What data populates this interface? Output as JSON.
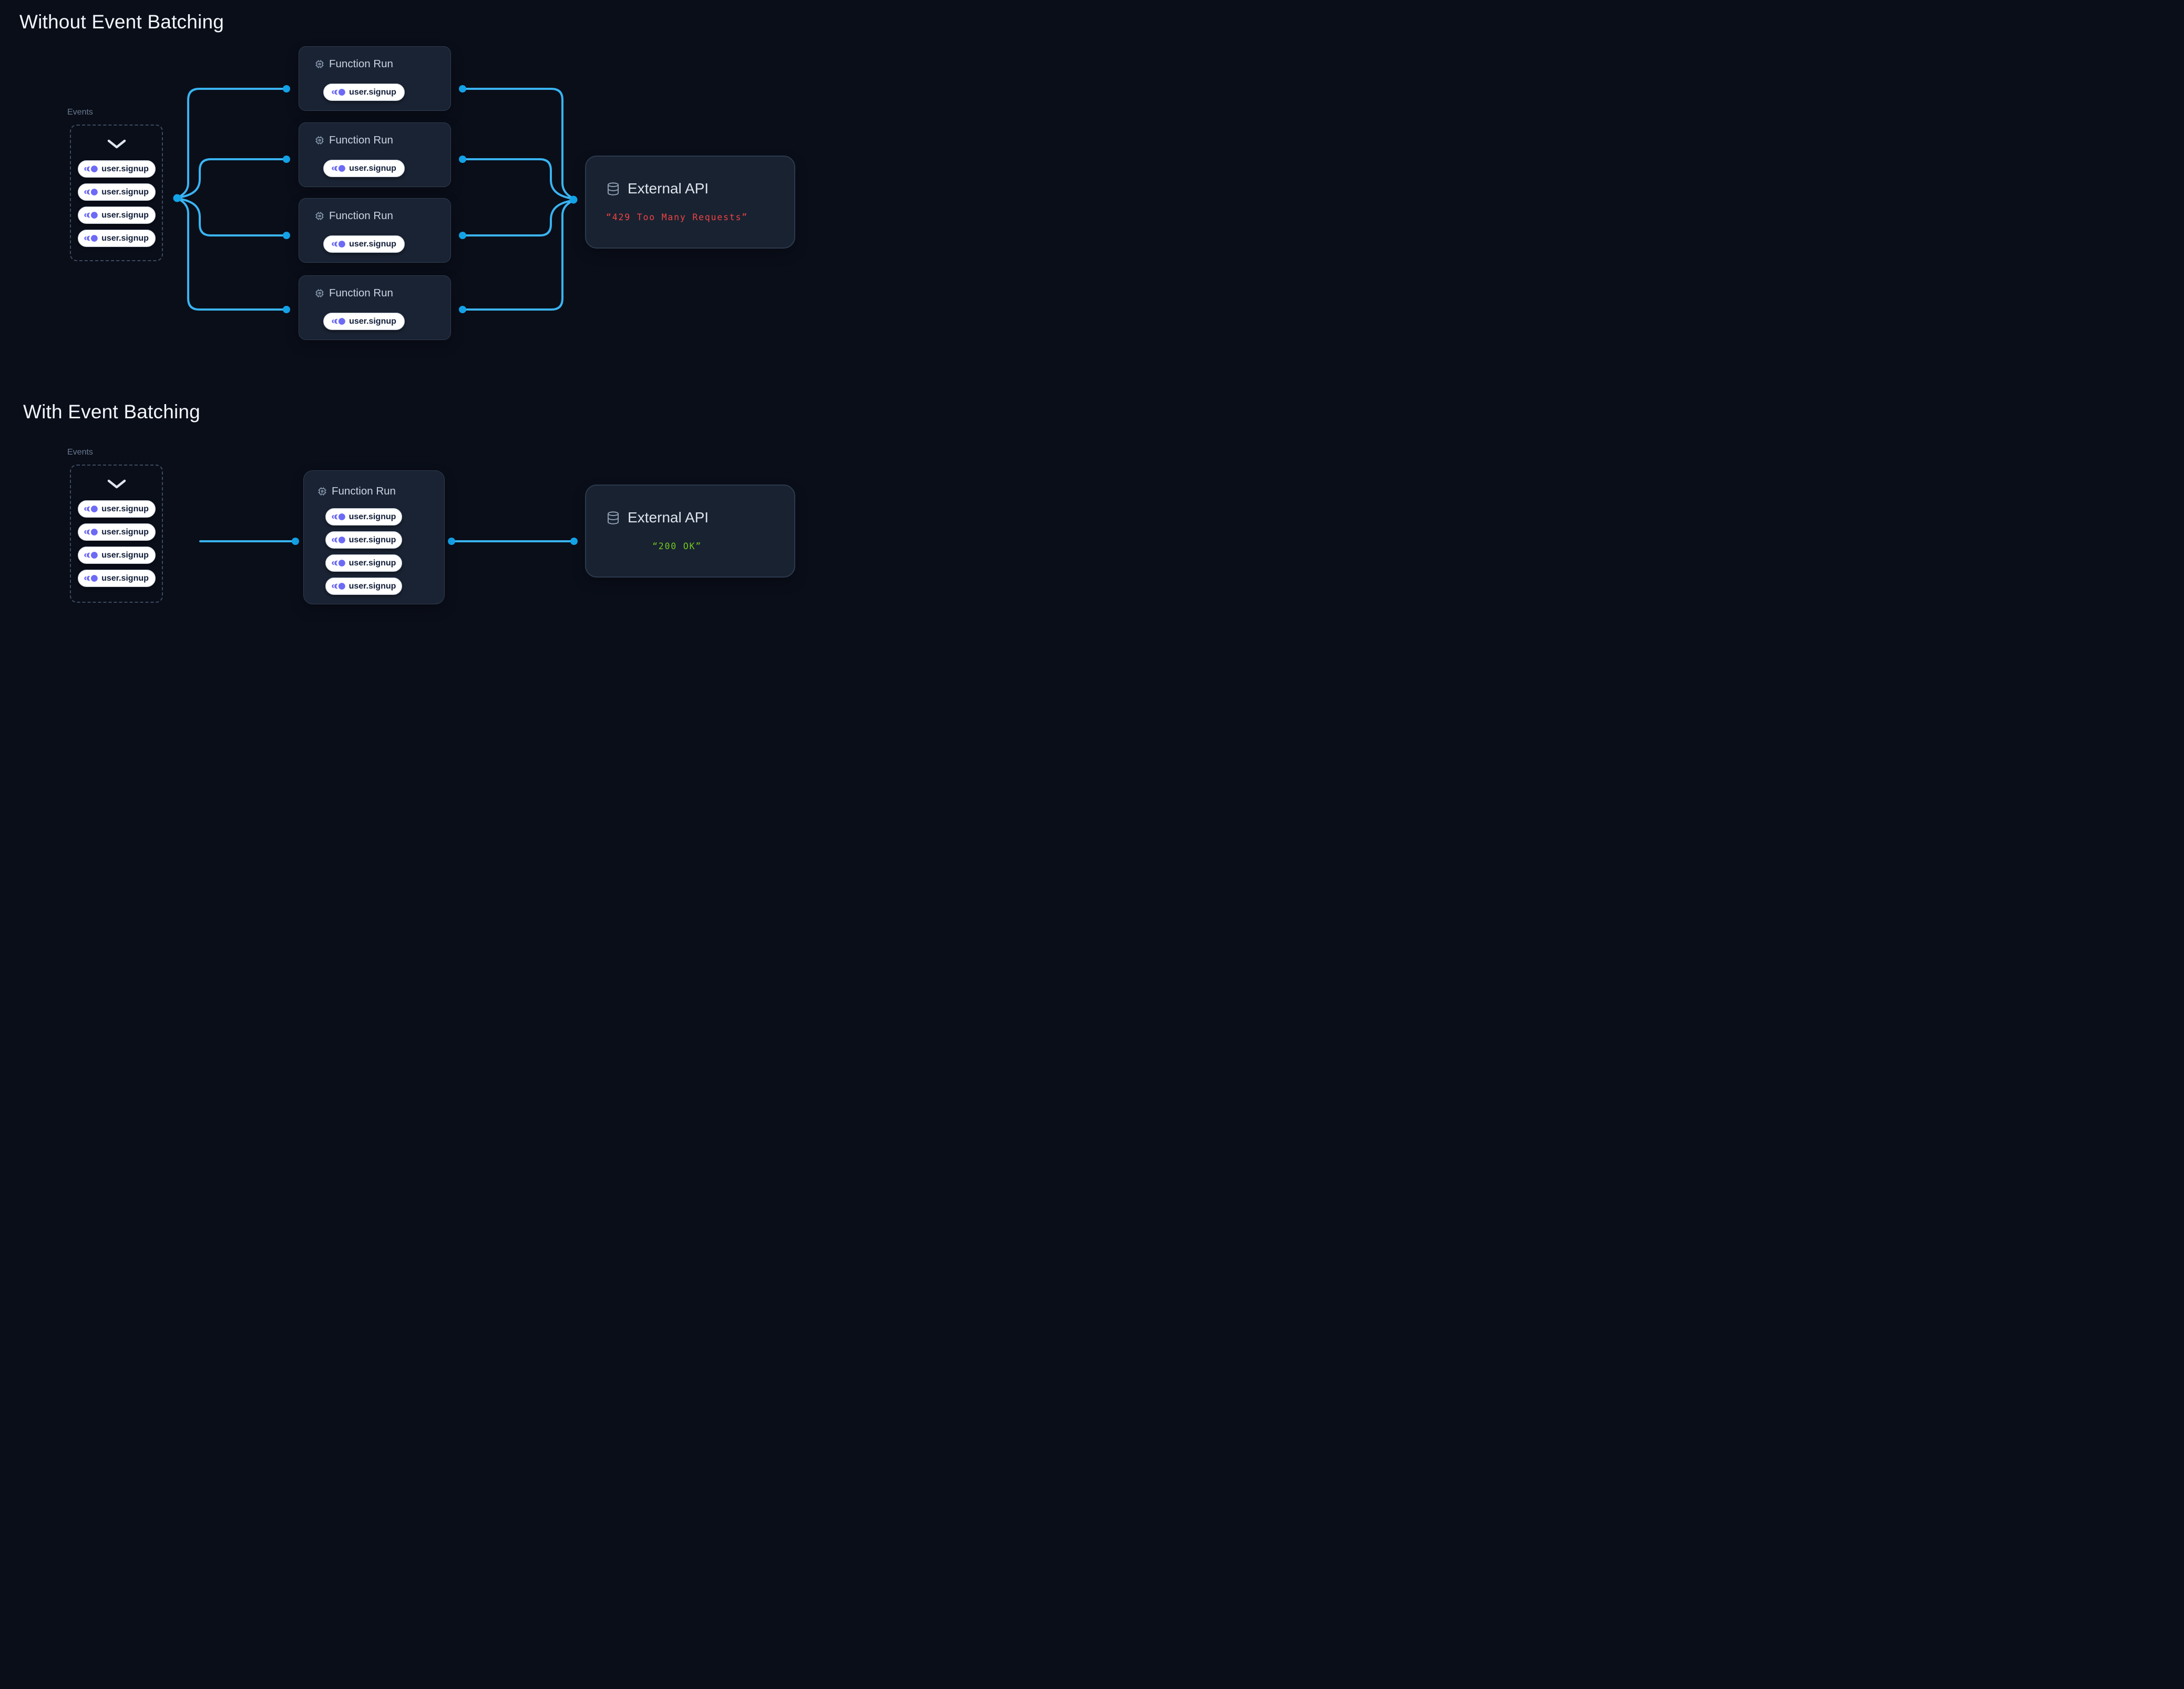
{
  "colors": {
    "background": "#0a0e19",
    "connector_blue": "#3ab4f2",
    "connector_dot_blue": "#14a3e8",
    "event_purple": "#6c6af6",
    "error_red": "#ef4444",
    "success_green": "#72c91e",
    "card_background": "#1a2333",
    "card_border": "#2f3d50"
  },
  "icons": {
    "function_run": "cpu-icon",
    "external_api": "database-icon",
    "event_pill": "event-pulse-icon",
    "events_box": "chevron-down-icon"
  },
  "sections": {
    "without": {
      "title": "Without Event Batching",
      "events_label": "Events",
      "event_pills": [
        "user.signup",
        "user.signup",
        "user.signup",
        "user.signup"
      ],
      "function_runs": [
        {
          "title": "Function Run",
          "pills": [
            "user.signup"
          ]
        },
        {
          "title": "Function Run",
          "pills": [
            "user.signup"
          ]
        },
        {
          "title": "Function Run",
          "pills": [
            "user.signup"
          ]
        },
        {
          "title": "Function Run",
          "pills": [
            "user.signup"
          ]
        }
      ],
      "external_api": {
        "title": "External API",
        "response": "“429 Too Many Requests”"
      }
    },
    "with": {
      "title": "With Event Batching",
      "events_label": "Events",
      "event_pills": [
        "user.signup",
        "user.signup",
        "user.signup",
        "user.signup"
      ],
      "function_run": {
        "title": "Function Run",
        "pills": [
          "user.signup",
          "user.signup",
          "user.signup",
          "user.signup"
        ]
      },
      "external_api": {
        "title": "External API",
        "response": "“200 OK”"
      }
    }
  }
}
